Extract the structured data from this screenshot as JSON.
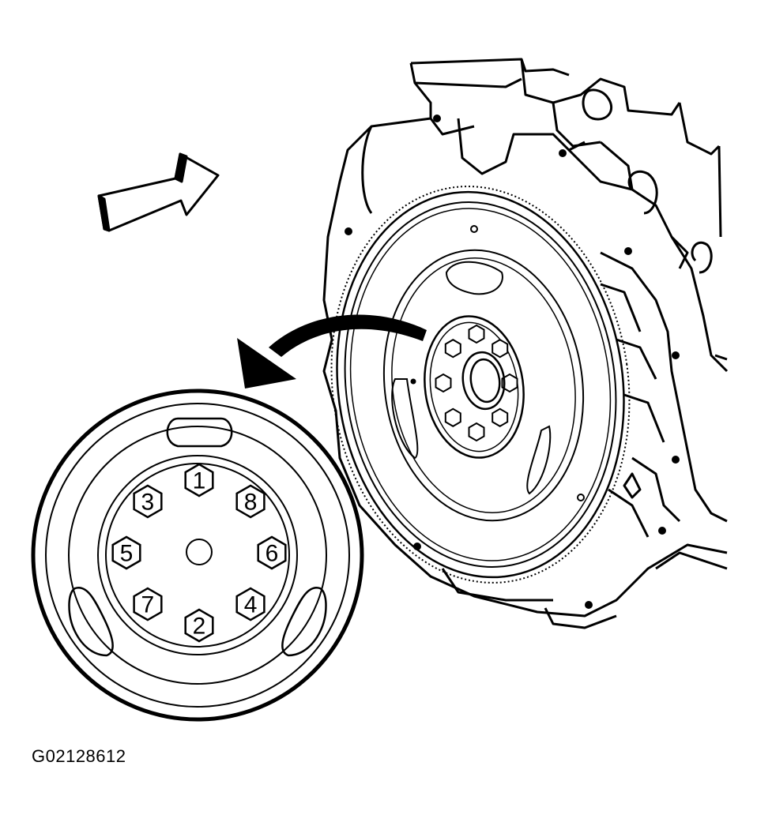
{
  "figure_id": "G02128612",
  "detail_view": {
    "bolt_sequence": [
      {
        "label": "1",
        "angle": 270
      },
      {
        "label": "2",
        "angle": 90
      },
      {
        "label": "3",
        "angle": 225
      },
      {
        "label": "4",
        "angle": 45
      },
      {
        "label": "5",
        "angle": 180
      },
      {
        "label": "6",
        "angle": 0
      },
      {
        "label": "7",
        "angle": 135
      },
      {
        "label": "8",
        "angle": 315
      }
    ]
  },
  "colors": {
    "line": "#000000",
    "background": "#ffffff"
  },
  "icons": [
    "direction-arrow-icon",
    "callout-arrow-icon"
  ]
}
